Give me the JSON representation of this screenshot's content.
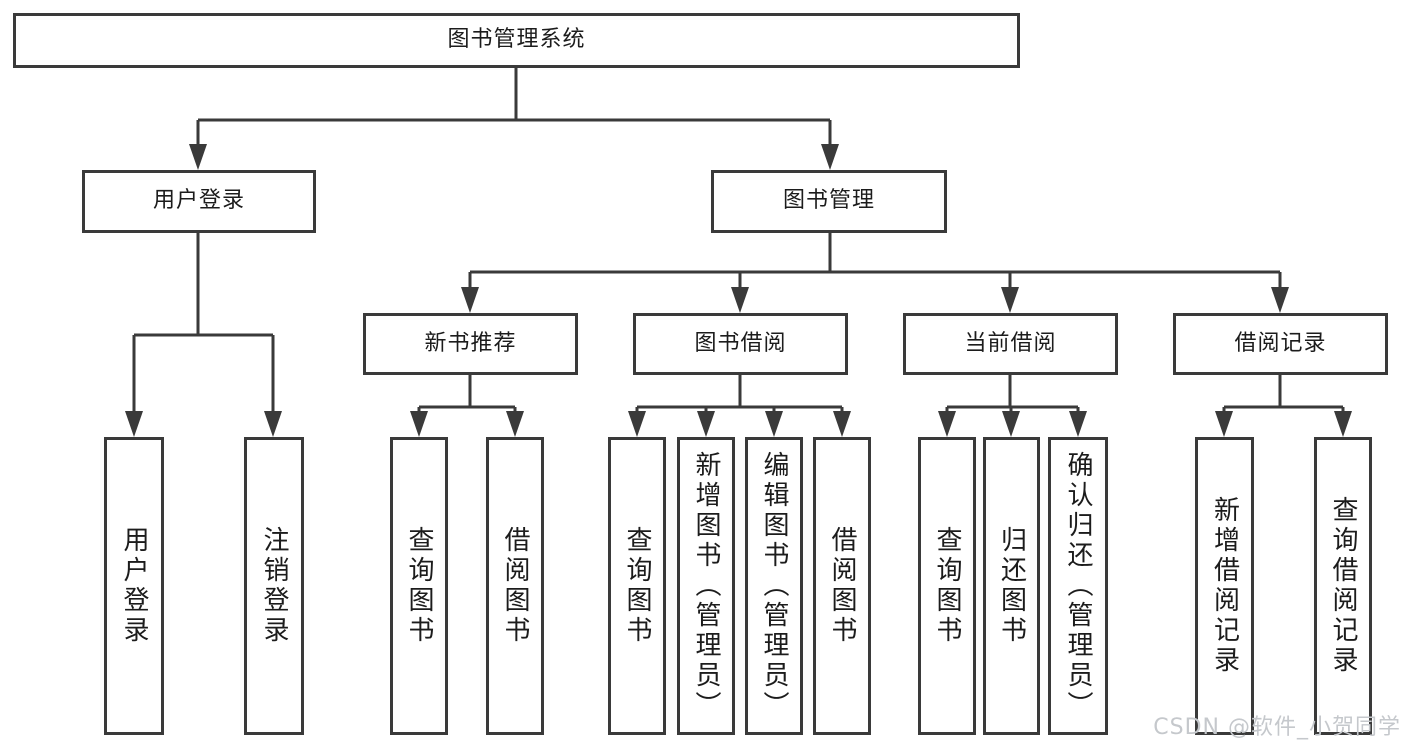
{
  "title": {
    "label": "图书管理系统"
  },
  "level2": {
    "user_login": "用户登录",
    "book_mgmt": "图书管理"
  },
  "level3": {
    "new_books": "新书推荐",
    "book_borrow": "图书借阅",
    "current_borrow": "当前借阅",
    "borrow_records": "借阅记录"
  },
  "leaves": {
    "user_login": [
      "用户登录",
      "注销登录"
    ],
    "new_books": [
      "查询图书",
      "借阅图书"
    ],
    "book_borrow": [
      "查询图书",
      "新增图书（管理员）",
      "编辑图书（管理员）",
      "借阅图书"
    ],
    "current_borrow": [
      "查询图书",
      "归还图书",
      "确认归还（管理员）"
    ],
    "borrow_records": [
      "新增借阅记录",
      "查询借阅记录"
    ]
  },
  "watermark": "CSDN @软件_小贺同学",
  "colors": {
    "line": "#3a3a3a",
    "text": "#1c1c1c",
    "box_background": "#ffffff",
    "watermark": "#c5c8cc",
    "background": "#ffffff"
  }
}
